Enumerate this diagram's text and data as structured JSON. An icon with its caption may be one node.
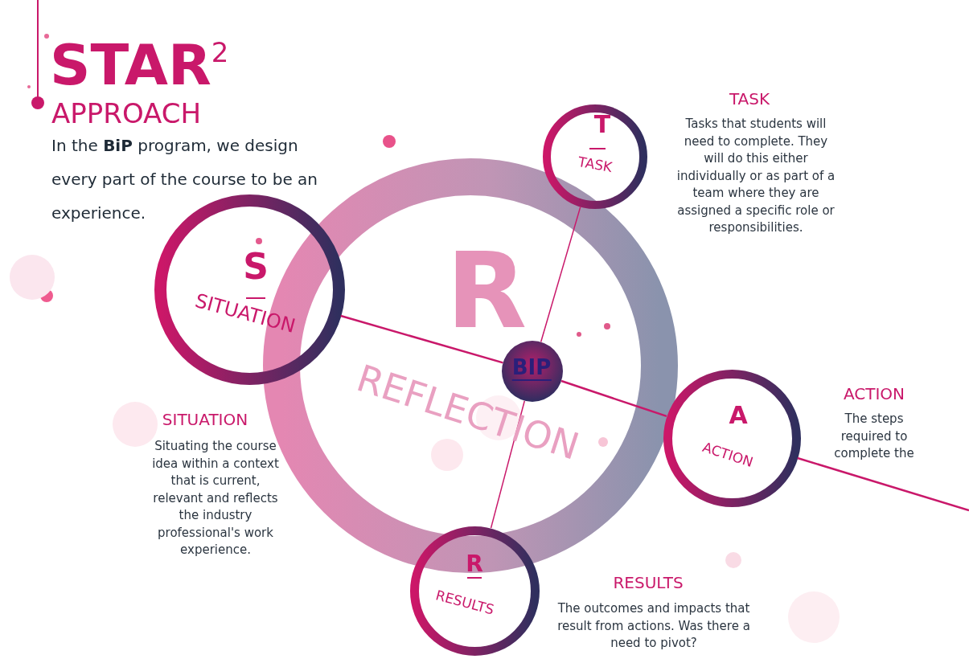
{
  "diagram": {
    "title": "STAR$^{2}$",
    "nodes": [
      {
        "text": [
          "R",
          "REFLECTION"
        ]
      },
      {
        "text": [
          "S",
          "SITUATION"
        ],
        "beside": [
          "SITUATION",
          "Situating the course idea within a context that is current, relevant and reflects the industry professional's work experience."
        ]
      },
      {
        "text": [
          "T",
          "TASK"
        ],
        "beside": [
          "TASK",
          "Tasks that students will need to complete. They will do this either individually or as part of a team where they are assigned a specific role or responsibilities."
        ]
      },
      {
        "text": [
          "A",
          "ACTION"
        ],
        "beside": [
          "ACTION",
          "The steps required to complete the"
        ]
      },
      {
        "text": [
          "R",
          "RESULTS"
        ],
        "beside": [
          "RESULTS",
          "The outcomes and impacts that result from actions. Was there a need to pivot?"
        ]
      },
      {
        "text": [
          "BIP"
        ],
        "in": 0
      }
    ],
    "edges": [
      {
        "from": 1,
        "to": 5,
        "arrow": "none"
      },
      {
        "from": 5,
        "to": 3,
        "arrow": "none"
      },
      {
        "from": 3,
        "to": null,
        "arrow": "none"
      },
      {
        "from": 2,
        "to": 5,
        "arrow": "none"
      },
      {
        "from": 5,
        "to": 4,
        "arrow": "none"
      }
    ],
    "labels": [
      "APPROACH",
      "In the **BiP** program, we design every part of the course to be an experience."
    ]
  }
}
